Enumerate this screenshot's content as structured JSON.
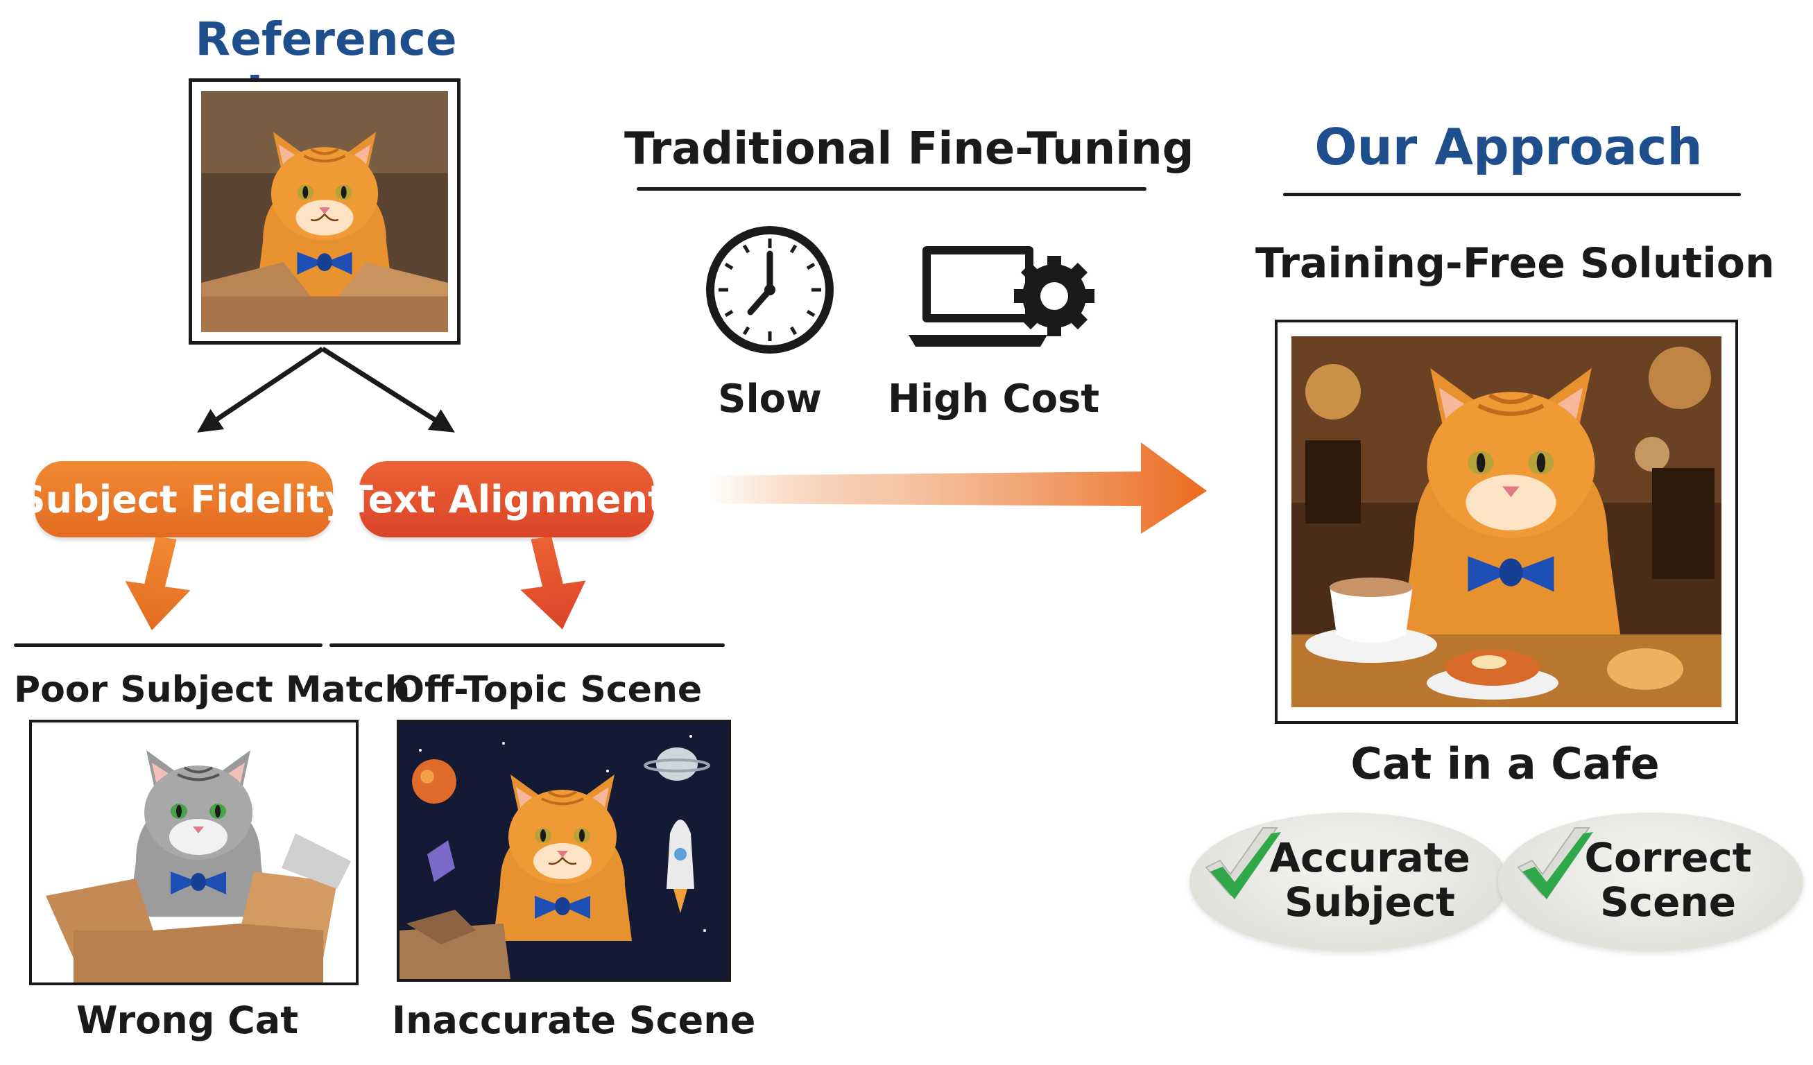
{
  "reference": {
    "title": "Reference Image"
  },
  "branches": {
    "subject_fidelity": "Subject Fidelity",
    "text_alignment": "Text Alignment"
  },
  "results": {
    "left": {
      "heading": "Poor Subject Match",
      "caption": "Wrong Cat"
    },
    "right": {
      "heading": "Off-Topic Scene",
      "caption": "Inaccurate Scene"
    }
  },
  "traditional": {
    "title": "Traditional Fine-Tuning",
    "items": [
      {
        "label": "Slow",
        "icon": "clock-icon"
      },
      {
        "label": "High Cost",
        "icon": "laptop-gear-icon"
      }
    ]
  },
  "approach": {
    "title": "Our Approach",
    "subtitle": "Training-Free Solution",
    "caption": "Cat in a Cafe",
    "badges": [
      {
        "line1": "Accurate",
        "line2": "Subject"
      },
      {
        "line1": "Correct",
        "line2": "Scene"
      }
    ]
  },
  "colors": {
    "title_blue": "#1f4e8c",
    "orange": "#ee7a2c",
    "red_orange": "#e4542e",
    "check_green": "#2fa84a"
  }
}
